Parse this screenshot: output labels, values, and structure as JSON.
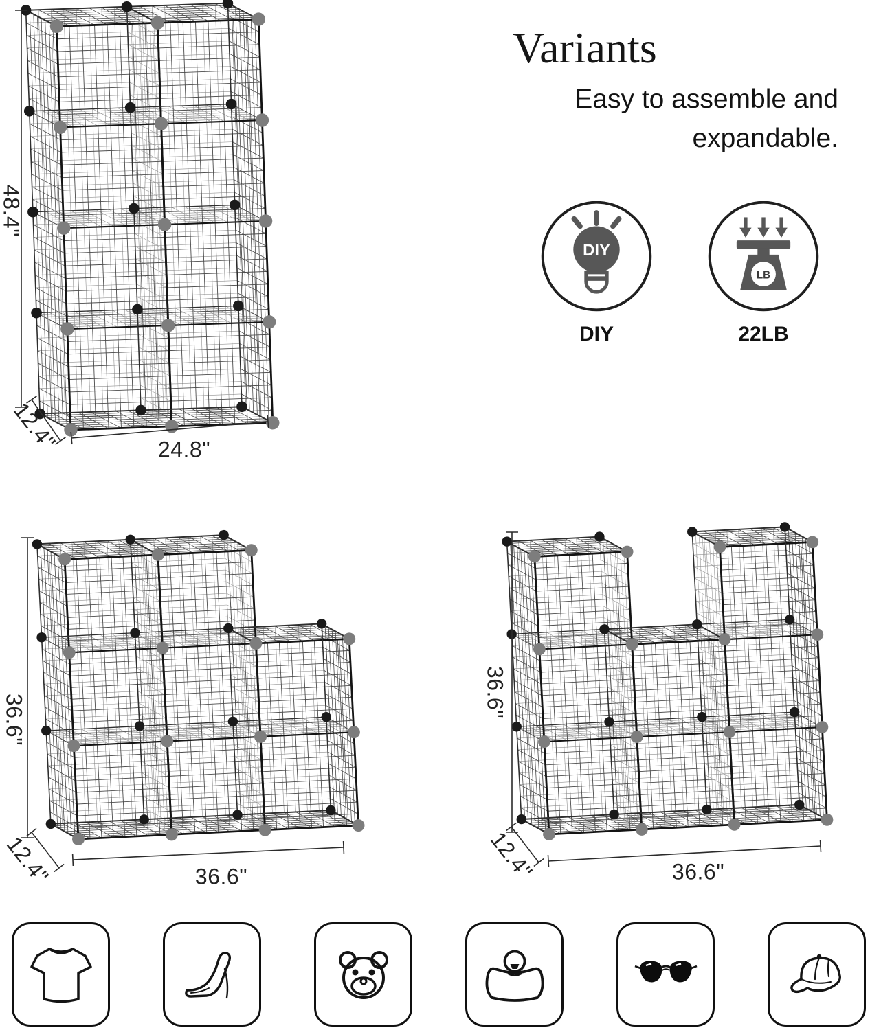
{
  "header": {
    "title": "Variants",
    "subtitle_line1": "Easy to assemble and",
    "subtitle_line2": "expandable."
  },
  "badges": [
    {
      "icon": "diy-lightbulb-icon",
      "bulb_text": "DIY",
      "label": "DIY"
    },
    {
      "icon": "weight-capacity-scale-icon",
      "scale_text": "LB",
      "label": "22LB"
    }
  ],
  "units": [
    {
      "id": "cube-tower-2x4",
      "columns": [
        4,
        4
      ],
      "dims": {
        "height": "48.4\"",
        "depth": "12.4\"",
        "width": "24.8\""
      }
    },
    {
      "id": "cube-staircase-3-3-2",
      "columns": [
        3,
        3,
        2
      ],
      "dims": {
        "height": "36.6\"",
        "depth": "12.4\"",
        "width": "36.6\""
      }
    },
    {
      "id": "cube-towers-3-2-3",
      "columns": [
        3,
        2,
        3
      ],
      "dims": {
        "height": "36.6\"",
        "depth": "12.4\"",
        "width": "36.6\""
      }
    }
  ],
  "storage_icons": [
    "tshirt-icon",
    "high-heel-icon",
    "teddy-bear-icon",
    "handbag-icon",
    "sunglasses-icon",
    "baseball-cap-icon"
  ],
  "colors": {
    "wire": "#4a4a4a",
    "wire_light": "#8f8f8f",
    "edge": "#141414",
    "edge_back": "#2e2e2e",
    "ball_gray": "#7d7d7d",
    "ball_black": "#1a1a1a",
    "icon_gray": "#575757",
    "dim": "#2b2b2b"
  }
}
